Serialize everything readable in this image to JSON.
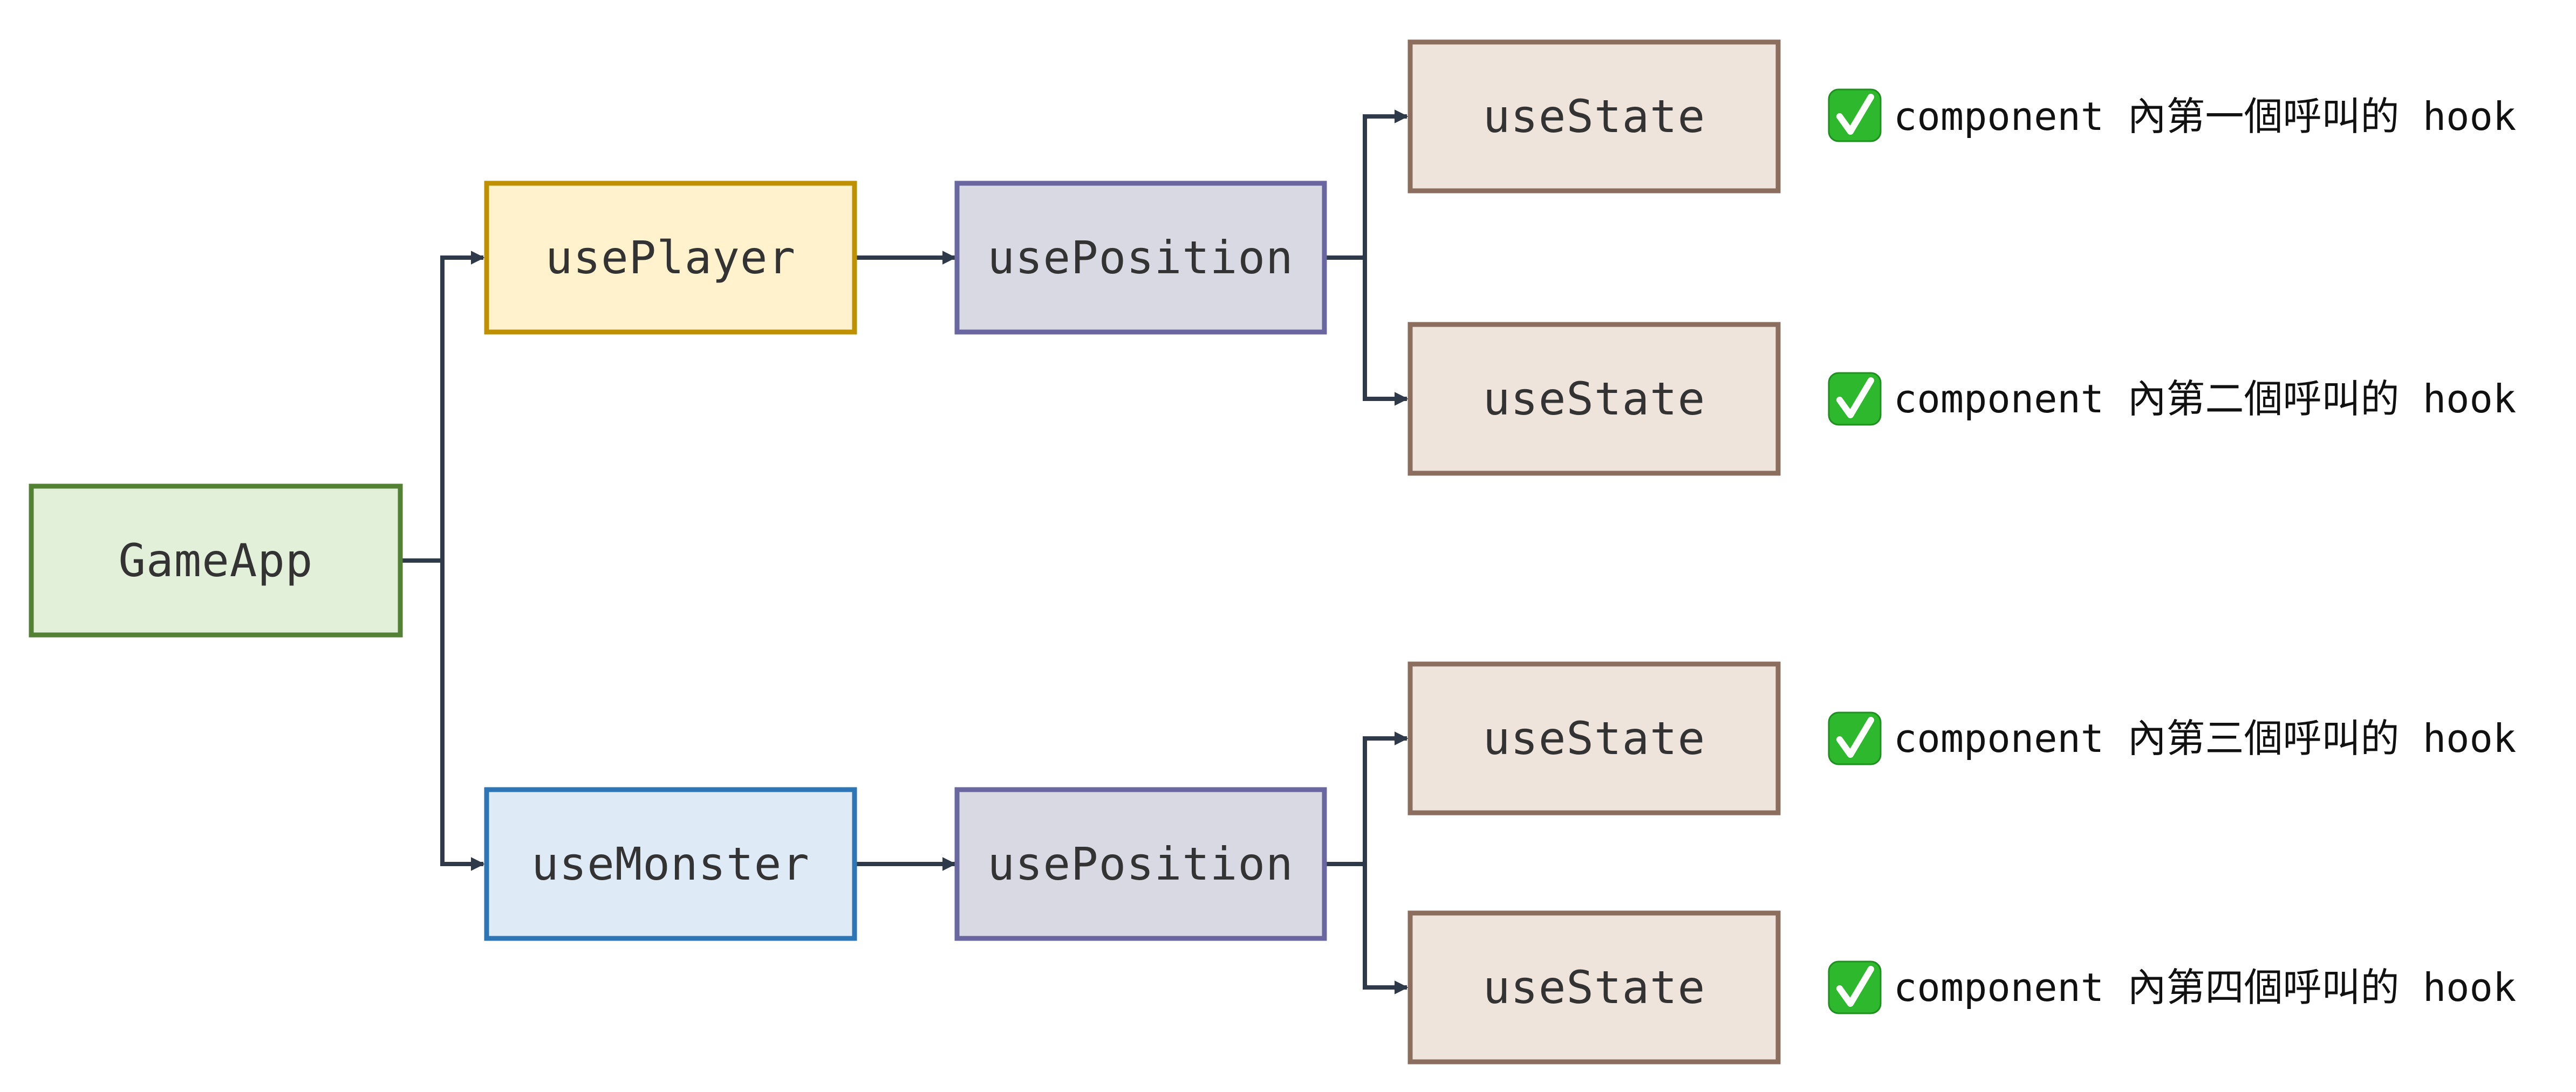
{
  "diagram": {
    "root": {
      "label": "GameApp",
      "fill": "#e2efd9",
      "stroke": "#548235"
    },
    "player": {
      "label": "usePlayer",
      "fill": "#fff2cc",
      "stroke": "#bf9000"
    },
    "monster": {
      "label": "useMonster",
      "fill": "#deebf7",
      "stroke": "#2e75b6"
    },
    "player_position": {
      "label": "usePosition",
      "fill": "#d9d9e3",
      "stroke": "#6a67a0"
    },
    "monster_position": {
      "label": "usePosition",
      "fill": "#d9d9e3",
      "stroke": "#6a67a0"
    },
    "states": [
      {
        "label": "useState",
        "note": "component 內第一個呼叫的 hook"
      },
      {
        "label": "useState",
        "note": "component 內第二個呼叫的 hook"
      },
      {
        "label": "useState",
        "note": "component 內第三個呼叫的 hook"
      },
      {
        "label": "useState",
        "note": "component 內第四個呼叫的 hook"
      }
    ],
    "state_fill": "#efe4dc",
    "state_stroke": "#8c6e5e",
    "connector_color": "#2e3a4a",
    "check_icon": "check-mark-button-icon",
    "check_color": "#2eb82e"
  }
}
